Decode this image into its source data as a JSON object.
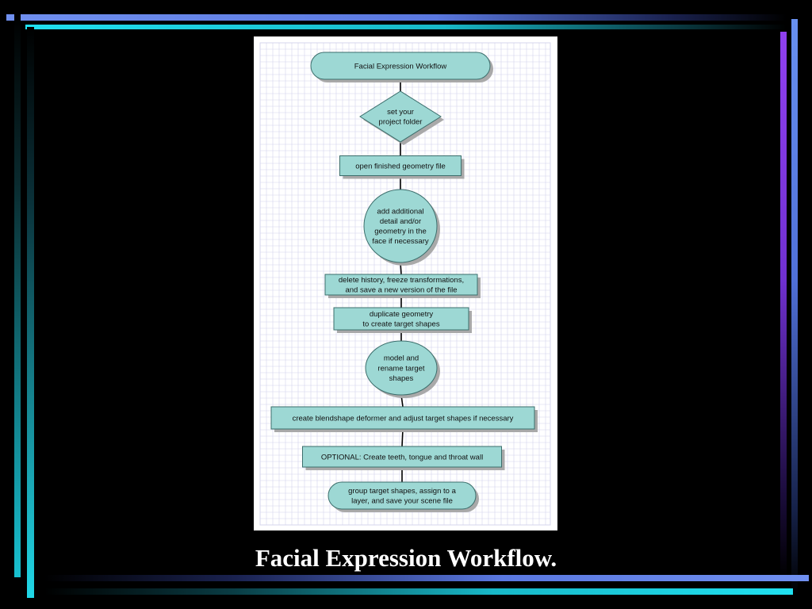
{
  "caption": "Facial Expression Workflow.",
  "colors": {
    "background": "#000000",
    "node_fill": "#9dd8d4",
    "node_stroke": "#3c6e6c",
    "grid_line": "#d4d4ec",
    "connector": "#000000"
  },
  "flowchart": {
    "nodes": [
      {
        "id": "title",
        "shape": "terminator",
        "lines": [
          "Facial Expression Workflow"
        ]
      },
      {
        "id": "project",
        "shape": "diamond",
        "lines": [
          "set your",
          "project folder"
        ]
      },
      {
        "id": "open",
        "shape": "process",
        "lines": [
          "open finished geometry file"
        ]
      },
      {
        "id": "detail",
        "shape": "circle",
        "lines": [
          "add additional",
          "detail and/or",
          "geometry in the",
          "face if necessary"
        ]
      },
      {
        "id": "history",
        "shape": "process",
        "lines": [
          "delete history, freeze transformations,",
          "and save a new version of the file"
        ]
      },
      {
        "id": "duplicate",
        "shape": "process",
        "lines": [
          "duplicate geometry",
          "to create target shapes"
        ]
      },
      {
        "id": "model",
        "shape": "circle",
        "lines": [
          "model and",
          "rename target",
          "shapes"
        ]
      },
      {
        "id": "blendshape",
        "shape": "process",
        "lines": [
          "create blendshape deformer and adjust target shapes if necessary"
        ]
      },
      {
        "id": "optional",
        "shape": "process",
        "lines": [
          "OPTIONAL: Create teeth, tongue and throat wall"
        ]
      },
      {
        "id": "group",
        "shape": "terminator",
        "lines": [
          "group target shapes, assign to a",
          "layer, and save your scene file"
        ]
      }
    ],
    "edges": [
      [
        "title",
        "project"
      ],
      [
        "project",
        "open"
      ],
      [
        "open",
        "detail"
      ],
      [
        "detail",
        "history"
      ],
      [
        "history",
        "duplicate"
      ],
      [
        "duplicate",
        "model"
      ],
      [
        "model",
        "blendshape"
      ],
      [
        "blendshape",
        "optional"
      ],
      [
        "optional",
        "group"
      ]
    ]
  }
}
